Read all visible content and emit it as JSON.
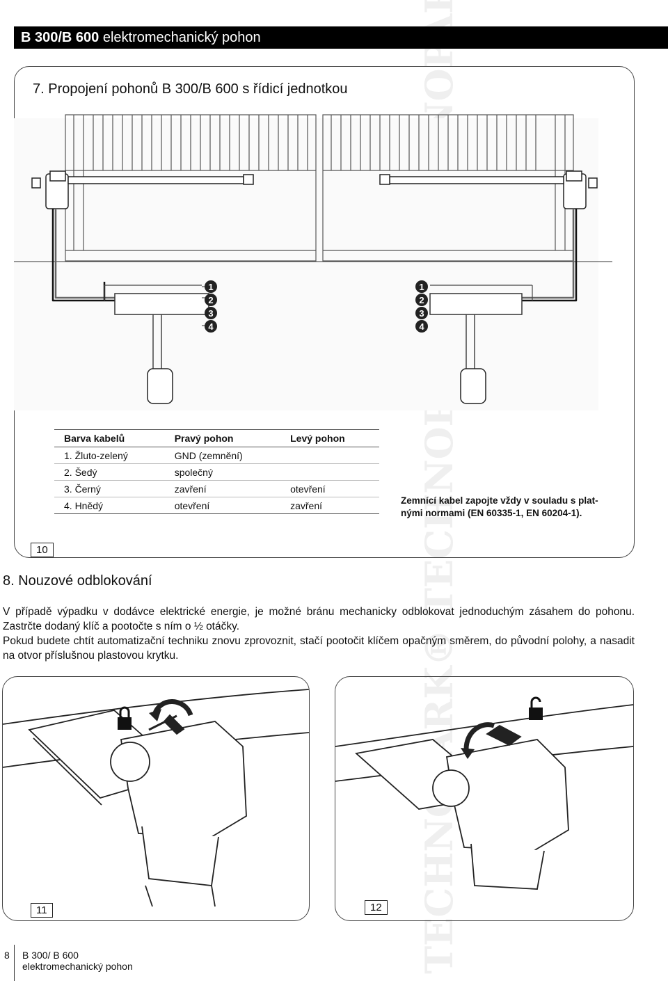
{
  "header": {
    "title_bold": "B 300/B 600",
    "title_rest": " elektromechanický pohon"
  },
  "watermark": {
    "text": "TECHNOPARK® TECHNOPARK® TECHNOPARK®"
  },
  "section7": {
    "title": "7. Propojení pohonů B 300/B 600 s řídicí jednotkou"
  },
  "terminal_numbers": [
    "1",
    "2",
    "3",
    "4"
  ],
  "cable_table": {
    "headers": [
      "Barva kabelů",
      "Pravý pohon",
      "Levý pohon"
    ],
    "rows": [
      [
        "1. Žluto-zelený",
        "GND (zemnění)",
        ""
      ],
      [
        "2. Šedý",
        "společný",
        ""
      ],
      [
        "3. Černý",
        "zavření",
        "otevření"
      ],
      [
        "4. Hnědý",
        "otevření",
        "zavření"
      ]
    ]
  },
  "earth_note": "Zemnící kabel zapojte vždy v souladu s plat-nými normami (EN 60335-1, EN 60204-1).",
  "figures": {
    "fig10": "10",
    "fig11": "11",
    "fig12": "12"
  },
  "section8": {
    "title": "8. Nouzové odblokování",
    "paragraph1": "V případě výpadku v dodávce elektrické energie, je možné bránu mechanicky odblokovat jednoduchým zásahem do pohonu. Zastrčte dodaný klíč a pootočte s ním o ½ otáčky.",
    "paragraph2": "Pokud budete chtít automatizační techniku znovu zprovoznit, stačí pootočit klíčem opačným směrem, do původní polohy, a nasadit na otvor příslušnou plastovou krytku."
  },
  "footer": {
    "page": "8",
    "model": "B 300/ B 600",
    "desc": "elektromechanický pohon"
  }
}
